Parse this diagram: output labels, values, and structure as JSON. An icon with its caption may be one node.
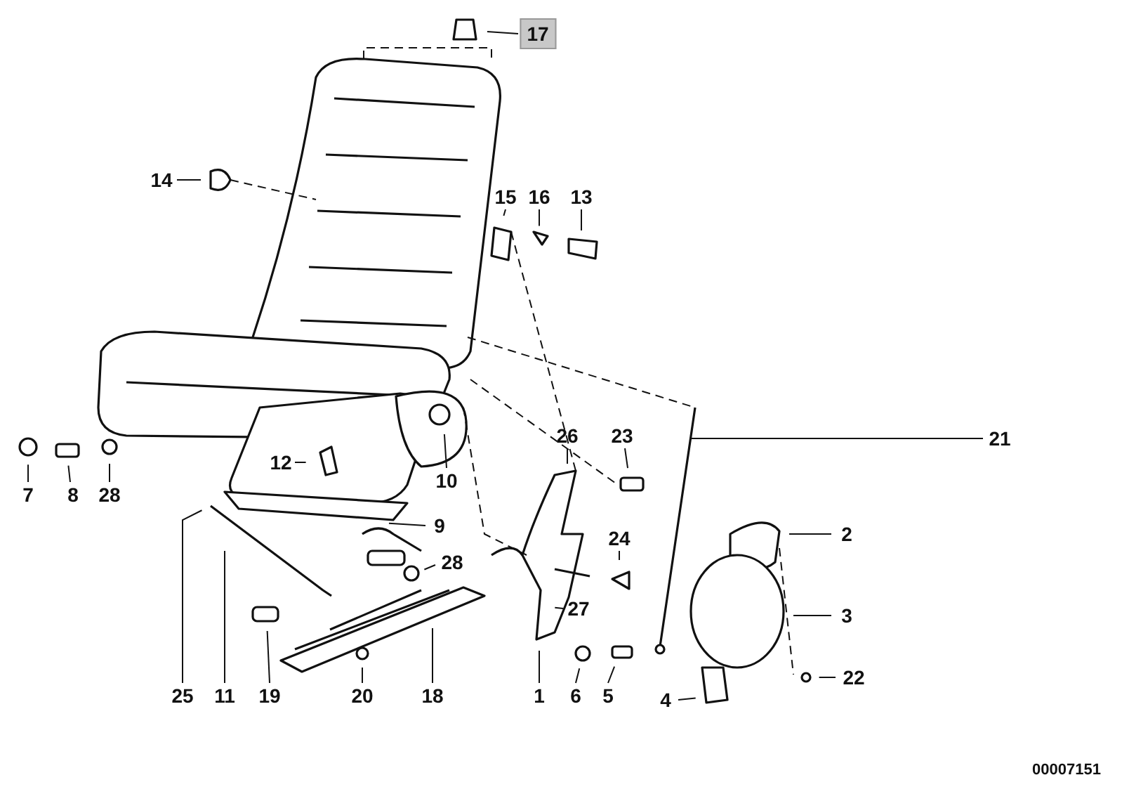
{
  "diagram": {
    "nodes": [
      {
        "text": [
          "17"
        ]
      },
      {
        "text": [
          "14"
        ]
      },
      {
        "text": [
          "15"
        ]
      },
      {
        "text": [
          "16"
        ]
      },
      {
        "text": [
          "13"
        ]
      },
      {
        "text": [
          "21"
        ]
      },
      {
        "text": [
          "7"
        ]
      },
      {
        "text": [
          "8"
        ]
      },
      {
        "text": [
          "28"
        ]
      },
      {
        "text": [
          "12"
        ]
      },
      {
        "text": [
          "10"
        ]
      },
      {
        "text": [
          "26"
        ]
      },
      {
        "text": [
          "23"
        ]
      },
      {
        "text": [
          "9"
        ]
      },
      {
        "text": [
          "28"
        ]
      },
      {
        "text": [
          "24"
        ]
      },
      {
        "text": [
          "27"
        ]
      },
      {
        "text": [
          "2"
        ]
      },
      {
        "text": [
          "3"
        ]
      },
      {
        "text": [
          "22"
        ]
      },
      {
        "text": [
          "25"
        ]
      },
      {
        "text": [
          "11"
        ]
      },
      {
        "text": [
          "19"
        ]
      },
      {
        "text": [
          "20"
        ]
      },
      {
        "text": [
          "18"
        ]
      },
      {
        "text": [
          "1"
        ]
      },
      {
        "text": [
          "6"
        ]
      },
      {
        "text": [
          "5"
        ]
      },
      {
        "text": [
          "4"
        ]
      }
    ],
    "edges": [
      {
        "from": 0,
        "to": null,
        "arrow": "none"
      },
      {
        "from": 1,
        "to": null,
        "arrow": "none"
      },
      {
        "from": 2,
        "to": null,
        "arrow": "none"
      },
      {
        "from": 3,
        "to": null,
        "arrow": "none"
      },
      {
        "from": 4,
        "to": null,
        "arrow": "none"
      },
      {
        "from": 5,
        "to": null,
        "arrow": "none"
      },
      {
        "from": 6,
        "to": null,
        "arrow": "none"
      },
      {
        "from": 7,
        "to": null,
        "arrow": "none"
      },
      {
        "from": 8,
        "to": null,
        "arrow": "none"
      },
      {
        "from": 9,
        "to": null,
        "arrow": "none"
      },
      {
        "from": 10,
        "to": null,
        "arrow": "none"
      },
      {
        "from": 11,
        "to": null,
        "arrow": "none"
      },
      {
        "from": 12,
        "to": null,
        "arrow": "none"
      },
      {
        "from": 13,
        "to": null,
        "arrow": "none"
      },
      {
        "from": 14,
        "to": null,
        "arrow": "none"
      },
      {
        "from": 15,
        "to": null,
        "arrow": "none"
      },
      {
        "from": 16,
        "to": null,
        "arrow": "none"
      },
      {
        "from": 17,
        "to": null,
        "arrow": "none"
      },
      {
        "from": 18,
        "to": null,
        "arrow": "none"
      },
      {
        "from": 19,
        "to": null,
        "arrow": "none"
      },
      {
        "from": 20,
        "to": null,
        "arrow": "none"
      },
      {
        "from": 21,
        "to": null,
        "arrow": "none"
      },
      {
        "from": 22,
        "to": null,
        "arrow": "none"
      },
      {
        "from": 23,
        "to": null,
        "arrow": "none"
      },
      {
        "from": 24,
        "to": null,
        "arrow": "none"
      },
      {
        "from": 25,
        "to": null,
        "arrow": "none"
      },
      {
        "from": 26,
        "to": null,
        "arrow": "none"
      },
      {
        "from": 27,
        "to": null,
        "arrow": "none"
      },
      {
        "from": 28,
        "to": null,
        "arrow": "none"
      }
    ],
    "labels": [
      "00007151"
    ]
  }
}
